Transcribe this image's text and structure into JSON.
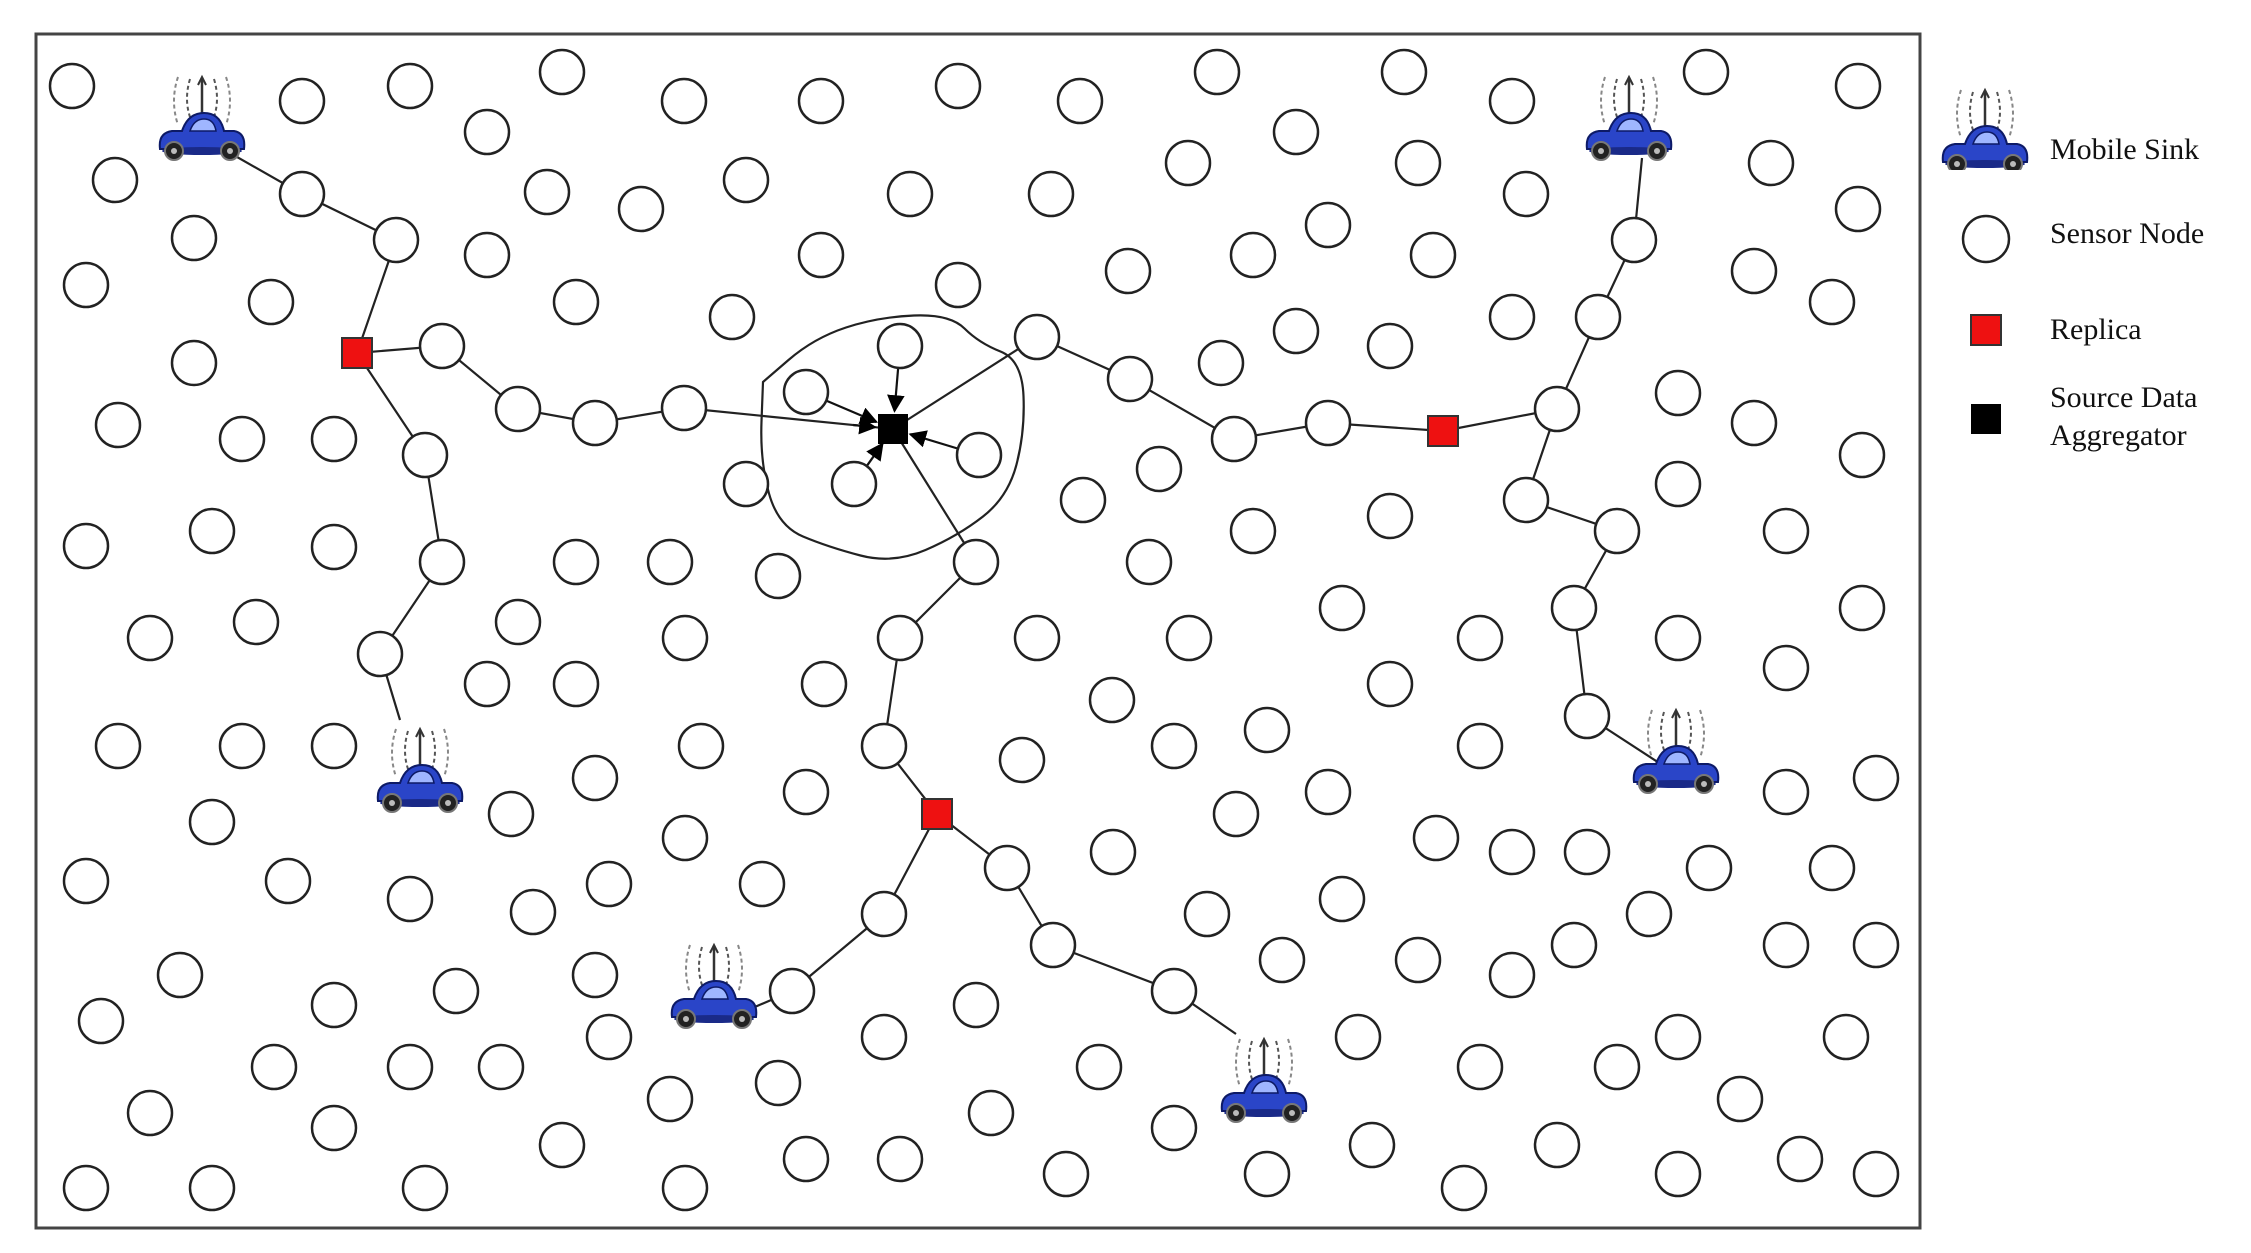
{
  "legend": {
    "mobile_sink": "Mobile Sink",
    "sensor_node": "Sensor Node",
    "replica": "Replica",
    "source_line1": "Source Data",
    "source_line2": "Aggregator"
  },
  "colors": {
    "replica": "#ee1111",
    "aggregator": "#000000",
    "sink_body": "#2a45c8",
    "node_stroke": "#222222"
  },
  "icons": [
    "car-sink-icon",
    "circle-node-icon",
    "red-square-replica-icon",
    "black-square-aggregator-icon"
  ]
}
